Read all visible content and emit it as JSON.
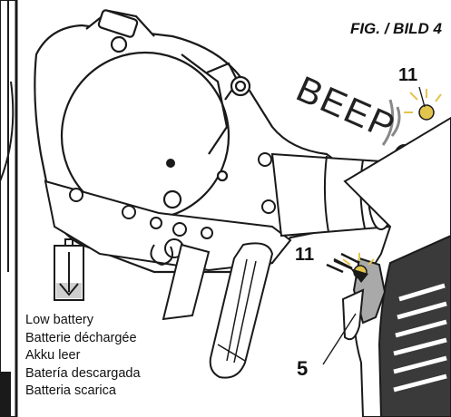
{
  "figure": {
    "title": "FIG. / BILD 4",
    "beep_text": "BEEP",
    "callouts": [
      "11",
      "11",
      "5"
    ],
    "battery_status": [
      "Low battery",
      "Batterie déchargée",
      "Akku leer",
      "Batería descargada",
      "Batteria scarica"
    ]
  },
  "colors": {
    "line": "#1a1a1a",
    "led_glow": "#e3c44d",
    "trigger_fill": "#a9a9a9",
    "grip_dark": "#3a3a3a"
  }
}
